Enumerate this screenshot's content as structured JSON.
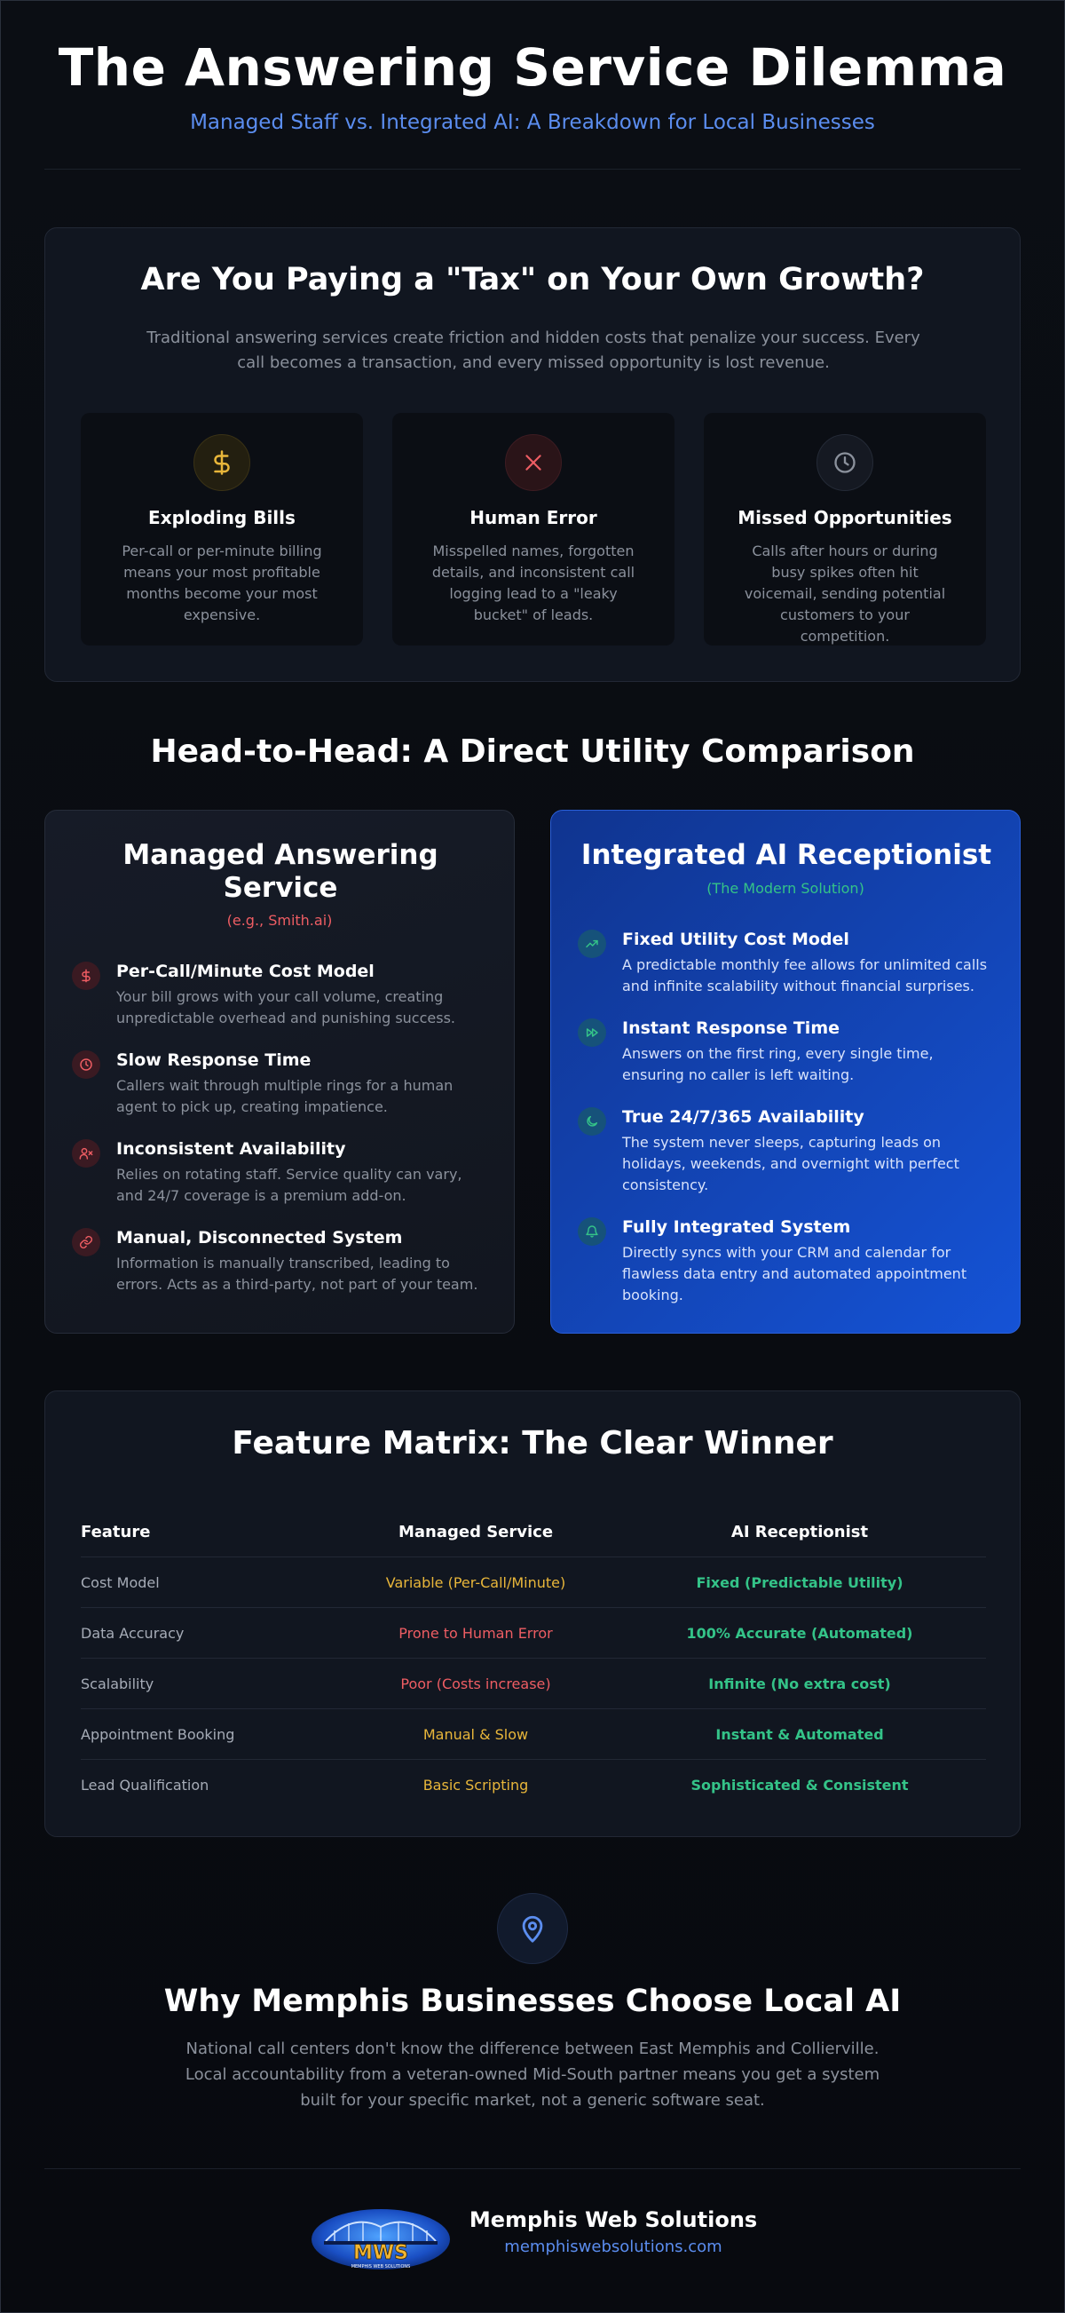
{
  "header": {
    "title": "The Answering Service Dilemma",
    "subtitle": "Managed Staff vs. Integrated AI: A Breakdown for Local Businesses"
  },
  "growth_tax": {
    "title": "Are You Paying a \"Tax\" on Your Own Growth?",
    "lead": "Traditional answering services create friction and hidden costs that penalize your success. Every call becomes a transaction, and every missed opportunity is lost revenue.",
    "cards": [
      {
        "icon": "dollar-icon",
        "title": "Exploding Bills",
        "text": "Per-call or per-minute billing means your most profitable months become your most expensive.",
        "color": "#e8b63a"
      },
      {
        "icon": "x-icon",
        "title": "Human Error",
        "text": "Misspelled names, forgotten details, and inconsistent call logging lead to a \"leaky bucket\" of leads.",
        "color": "#ee5d63"
      },
      {
        "icon": "clock-icon",
        "title": "Missed Opportunities",
        "text": "Calls after hours or during busy spikes often hit voicemail, sending potential customers to your competition.",
        "color": "#8b919c"
      }
    ]
  },
  "comparison": {
    "title": "Head-to-Head: A Direct Utility Comparison",
    "managed": {
      "title": "Managed Answering Service",
      "tag": "(e.g., Smith.ai)",
      "items": [
        {
          "icon": "dollar-icon",
          "title": "Per-Call/Minute Cost Model",
          "text": "Your bill grows with your call volume, creating unpredictable overhead and punishing success."
        },
        {
          "icon": "clock-icon",
          "title": "Slow Response Time",
          "text": "Callers wait through multiple rings for a human agent to pick up, creating impatience."
        },
        {
          "icon": "user-x-icon",
          "title": "Inconsistent Availability",
          "text": "Relies on rotating staff. Service quality can vary, and 24/7 coverage is a premium add-on."
        },
        {
          "icon": "link-icon",
          "title": "Manual, Disconnected System",
          "text": "Information is manually transcribed, leading to errors. Acts as a third-party, not part of your team."
        }
      ]
    },
    "ai": {
      "title": "Integrated AI Receptionist",
      "tag": "(The Modern Solution)",
      "items": [
        {
          "icon": "trending-up-icon",
          "title": "Fixed Utility Cost Model",
          "text": "A predictable monthly fee allows for unlimited calls and infinite scalability without financial surprises."
        },
        {
          "icon": "fast-forward-icon",
          "title": "Instant Response Time",
          "text": "Answers on the first ring, every single time, ensuring no caller is left waiting."
        },
        {
          "icon": "moon-icon",
          "title": "True 24/7/365 Availability",
          "text": "The system never sleeps, capturing leads on holidays, weekends, and overnight with perfect consistency."
        },
        {
          "icon": "bell-ring-icon",
          "title": "Fully Integrated System",
          "text": "Directly syncs with your CRM and calendar for flawless data entry and automated appointment booking."
        }
      ]
    }
  },
  "matrix": {
    "title": "Feature Matrix: The Clear Winner",
    "headers": [
      "Feature",
      "Managed Service",
      "AI Receptionist"
    ],
    "rows": [
      {
        "feature": "Cost Model",
        "managed": "Variable (Per-Call/Minute)",
        "managed_tone": "yellow",
        "ai": "Fixed (Predictable Utility)"
      },
      {
        "feature": "Data Accuracy",
        "managed": "Prone to Human Error",
        "managed_tone": "red",
        "ai": "100% Accurate (Automated)"
      },
      {
        "feature": "Scalability",
        "managed": "Poor (Costs increase)",
        "managed_tone": "red",
        "ai": "Infinite (No extra cost)"
      },
      {
        "feature": "Appointment Booking",
        "managed": "Manual & Slow",
        "managed_tone": "yellow",
        "ai": "Instant & Automated"
      },
      {
        "feature": "Lead Qualification",
        "managed": "Basic Scripting",
        "managed_tone": "yellow",
        "ai": "Sophisticated & Consistent"
      }
    ]
  },
  "local": {
    "icon": "map-pin-icon",
    "title": "Why Memphis Businesses Choose Local AI",
    "text": "National call centers don't know the difference between East Memphis and Collierville. Local accountability from a veteran-owned Mid-South partner means you get a system built for your specific market, not a generic software seat."
  },
  "footer": {
    "logo_text": "MWS",
    "logo_small": "MEMPHIS WEB SOLUTIONS",
    "brand": "Memphis Web Solutions",
    "url": "memphiswebsolutions.com"
  },
  "colors": {
    "accent_blue": "#5b8def",
    "green": "#34c388",
    "yellow": "#e8b63a",
    "red": "#ee5d63"
  }
}
